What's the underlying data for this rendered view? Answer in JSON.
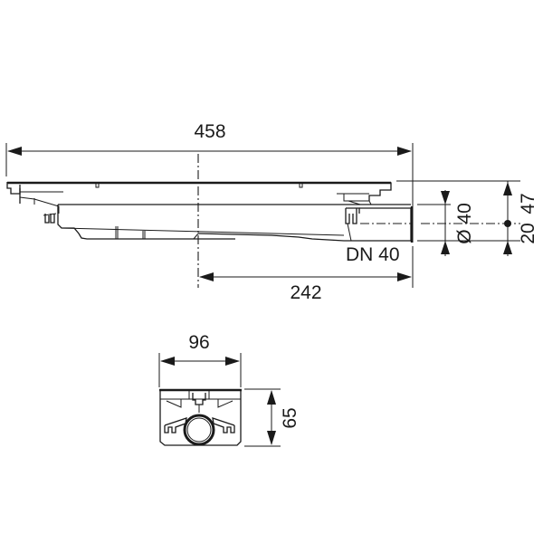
{
  "drawing": {
    "type": "technical-drawing",
    "subject": "shower channel drain with side outlet",
    "views": [
      "side-view",
      "end-view"
    ]
  },
  "side_view": {
    "overall_length_label": "458",
    "outlet_offset_label": "242",
    "outlet_label": "DN 40",
    "pipe_diameter_label": "Ø 40",
    "total_height_label": "47",
    "outlet_center_height_label": "20"
  },
  "end_view": {
    "width_label": "96",
    "height_label": "65"
  },
  "colors": {
    "line": "#1a1a1a",
    "background": "#ffffff"
  }
}
